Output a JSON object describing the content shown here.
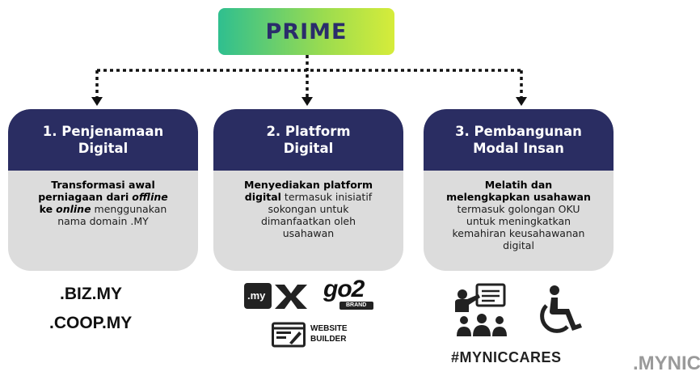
{
  "title": "PRIME",
  "cards": [
    {
      "heading_l1": "1. Penjenamaan",
      "heading_l2": "Digital",
      "body": {
        "b1": "Transformasi awal",
        "b2": "perniagaan dari",
        "b2i": "offline",
        "b3": "ke",
        "b3i": "online",
        "b3n": "menggunakan",
        "b4": "nama domain .MY"
      }
    },
    {
      "heading_l1": "2. Platform",
      "heading_l2": "Digital",
      "body": {
        "b1": "Menyediakan platform",
        "b2b": "digital",
        "b2n": "termasuk inisiatif",
        "b3": "sokongan untuk",
        "b4": "dimanfaatkan oleh",
        "b5": "usahawan"
      }
    },
    {
      "heading_l1": "3. Pembangunan",
      "heading_l2": "Modal Insan",
      "body": {
        "b1": "Melatih dan",
        "b2": "melengkapkan usahawan",
        "b3": "termasuk golongan OKU",
        "b4": "untuk meningkatkan",
        "b5": "kemahiran keusahawanan",
        "b6": "digital"
      }
    }
  ],
  "domains": [
    ".BIZ.MY",
    ".COOP.MY"
  ],
  "logos": {
    "mydx_my": ".my",
    "mydx_x": "X",
    "go2": "go2",
    "go2_sub": "BRAND",
    "website_builder_l1": "WEBSITE",
    "website_builder_l2": "BUILDER"
  },
  "hashtag": "#MYNICCARES",
  "brand": ".MYNIC",
  "colors": {
    "header": "#2a2d62",
    "card_bg": "#dcdcdc",
    "prime_text": "#2a2d6b"
  }
}
